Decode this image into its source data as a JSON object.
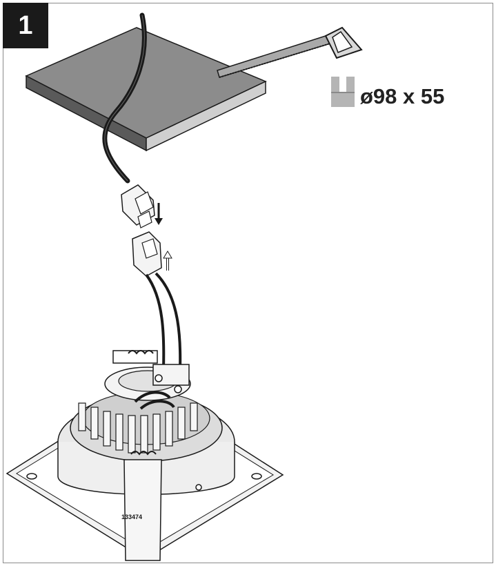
{
  "step": {
    "number": "1"
  },
  "cutout": {
    "dimension_label": "ø98 x 55",
    "icon": "hole-cut-icon"
  },
  "fixture": {
    "part_number": "133474"
  },
  "colors": {
    "board_top": "#8c8c8c",
    "board_side": "#5a5a5a",
    "line": "#1a1a1a",
    "badge": "#1a1a1a",
    "icon_gray": "#b5b5b5"
  }
}
